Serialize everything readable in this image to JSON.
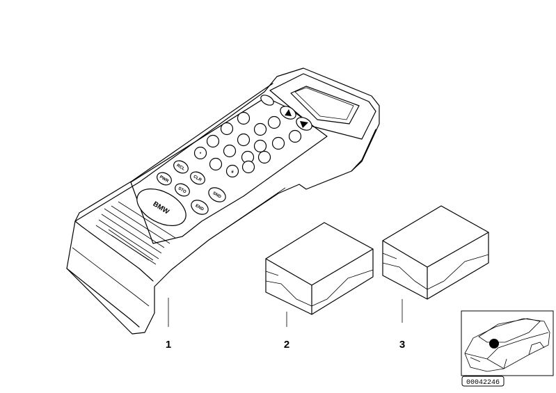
{
  "callouts": {
    "part_1": "1",
    "part_2": "2",
    "part_3": "3"
  },
  "handset": {
    "logo": "BMW",
    "keys": {
      "rcl": "RCL",
      "clr": "CLR",
      "pwr": "PWR",
      "sto": "STO",
      "snd": "SND",
      "end": "END",
      "star": "*",
      "hash": "#"
    }
  },
  "thumbnail": {
    "diagram_number": "00042246"
  }
}
